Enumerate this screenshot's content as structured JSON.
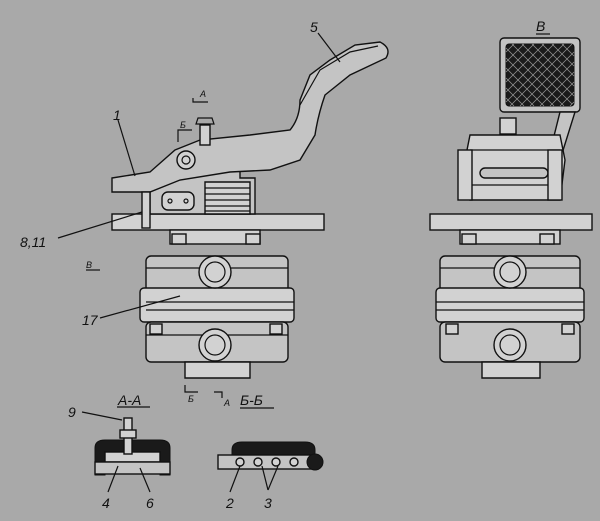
{
  "callouts": {
    "c1": "1",
    "c5": "5",
    "c811": "8,11",
    "c17": "17",
    "c9": "9",
    "c4": "4",
    "c6": "6",
    "c2": "2",
    "c3": "3"
  },
  "views": {
    "view_b": "В",
    "section_aa": "А-А",
    "section_bb": "Б-Б"
  },
  "marks": {
    "a_top": "А",
    "b_top": "Б",
    "b_arrow": "В",
    "b_bottom": "Б",
    "a_bottom": "А"
  }
}
